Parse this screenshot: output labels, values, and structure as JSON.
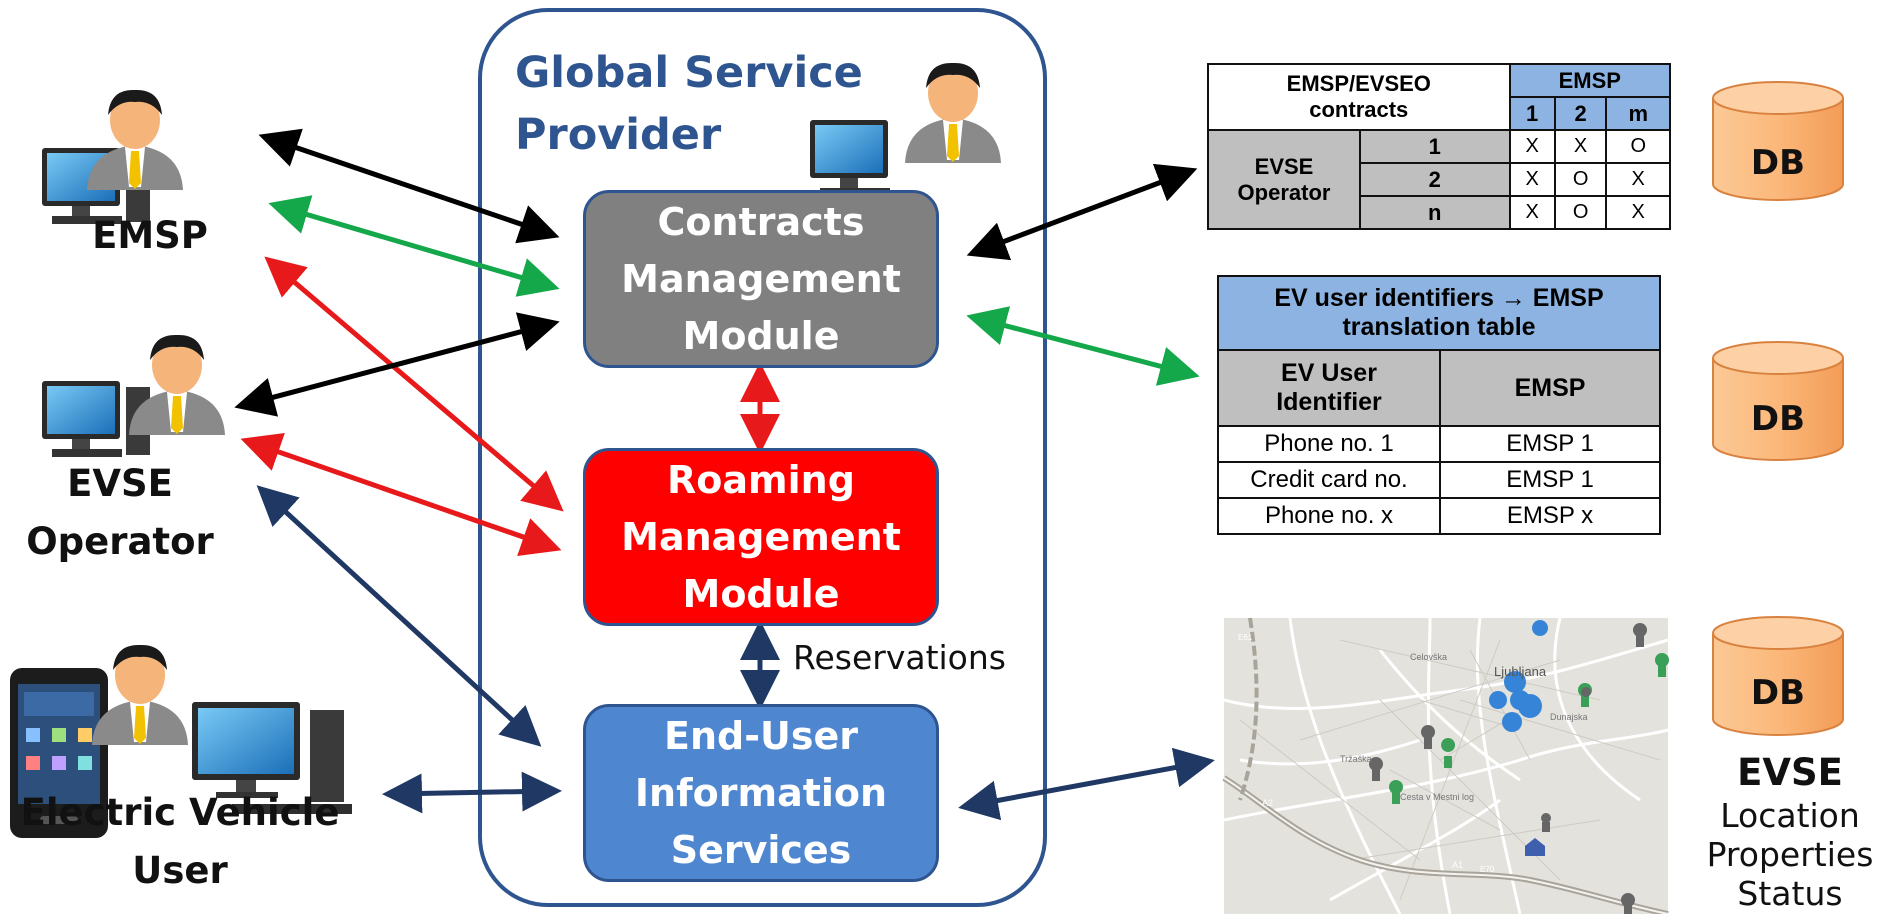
{
  "actors": {
    "emsp": "EMSP",
    "evse_operator": [
      "EVSE",
      "Operator"
    ],
    "ev_user": [
      "Electric Vehicle",
      "User"
    ]
  },
  "gsp": {
    "title": [
      "Global Service",
      "Provider"
    ]
  },
  "modules": {
    "contracts": [
      "Contracts",
      "Management",
      "Module"
    ],
    "roaming": [
      "Roaming",
      "Management",
      "Module"
    ],
    "enduser": [
      "End-User",
      "Information",
      "Services"
    ]
  },
  "reservations_label": "Reservations",
  "contracts_table": {
    "corner": [
      "EMSP/EVSEO",
      "contracts"
    ],
    "emsp_header": "EMSP",
    "emsp_cols": [
      "1",
      "2",
      "m"
    ],
    "row_header": [
      "EVSE",
      "Operator"
    ],
    "rows": [
      {
        "id": "1",
        "cells": [
          "X",
          "X",
          "O"
        ]
      },
      {
        "id": "2",
        "cells": [
          "X",
          "O",
          "X"
        ]
      },
      {
        "id": "n",
        "cells": [
          "X",
          "O",
          "X"
        ]
      }
    ]
  },
  "translation_table": {
    "title": [
      "EV user identifiers → EMSP",
      "translation table"
    ],
    "col_headers": [
      [
        "EV User",
        "Identifier"
      ],
      "EMSP"
    ],
    "rows": [
      [
        "Phone no. 1",
        "EMSP 1"
      ],
      [
        "Credit card no.",
        "EMSP 1"
      ],
      [
        "Phone no. x",
        "EMSP x"
      ]
    ]
  },
  "db_label": "DB",
  "evse_db": {
    "title": "EVSE",
    "lines": [
      "Location",
      "Properties",
      "Status"
    ]
  },
  "map": {
    "labels": [
      "Ljubljana",
      "A1",
      "A2",
      "E61",
      "E70",
      "Tržaška",
      "Celovška",
      "Dunajska",
      "Cesta v Mestni log"
    ]
  },
  "colors": {
    "gsp_border": "#2f5590",
    "contracts_module": "#808080",
    "roaming_module": "#ff0000",
    "enduser_module": "#4f86d0",
    "arrow_black": "#000000",
    "arrow_green": "#15a84b",
    "arrow_red": "#e8191a",
    "arrow_navy": "#1f3864",
    "table_header_blue": "#8db3e2",
    "table_header_gray": "#bfbfbf",
    "db_fill": "#fbb87a"
  }
}
